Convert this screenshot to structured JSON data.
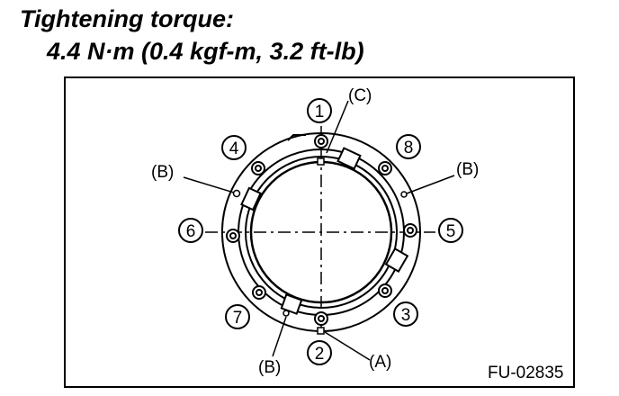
{
  "heading": {
    "title": "Tightening torque:",
    "value": "4.4 N·m (0.4 kgf-m, 3.2 ft-lb)"
  },
  "bolt_numbers": [
    "1",
    "2",
    "3",
    "4",
    "5",
    "6",
    "7",
    "8"
  ],
  "labels": {
    "a": "(A)",
    "b": "(B)",
    "c": "(C)"
  },
  "figure_code": "FU-02835",
  "colors": {
    "ink": "#000000",
    "paper": "#ffffff"
  }
}
